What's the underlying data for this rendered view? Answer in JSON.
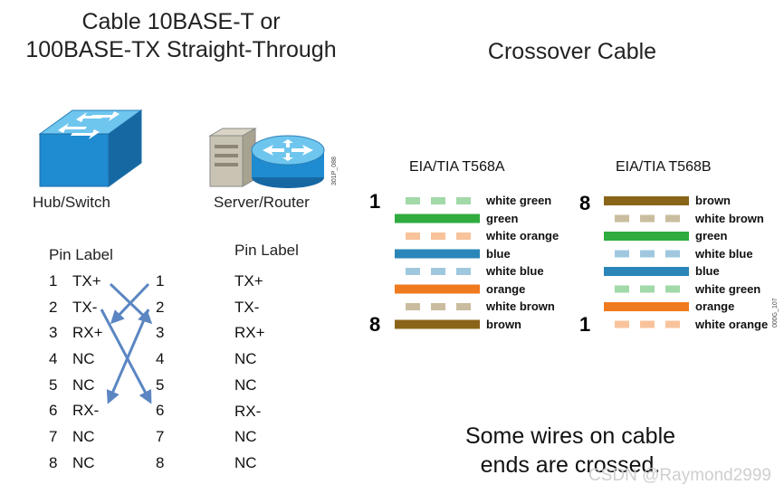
{
  "left_title": [
    "Cable 10BASE-T or",
    "100BASE-TX Straight-Through"
  ],
  "right_title": "Crossover Cable",
  "devices": {
    "hub": "Hub/Switch",
    "server": "Server/Router",
    "tag": "301P_088"
  },
  "pin_label_left": "Pin Label",
  "pin_label_right": "Pin Label",
  "left_pins": [
    {
      "n": "1",
      "label": "TX+",
      "end": "1"
    },
    {
      "n": "2",
      "label": "TX-",
      "end": "2"
    },
    {
      "n": "3",
      "label": "RX+",
      "end": "3"
    },
    {
      "n": "4",
      "label": "NC",
      "end": "4"
    },
    {
      "n": "5",
      "label": "NC",
      "end": "5"
    },
    {
      "n": "6",
      "label": "RX-",
      "end": "6"
    },
    {
      "n": "7",
      "label": "NC",
      "end": "7"
    },
    {
      "n": "8",
      "label": "NC",
      "end": "8"
    }
  ],
  "right_labels": [
    "TX+",
    "TX-",
    "RX+",
    "NC",
    "NC",
    "RX-",
    "NC",
    "NC"
  ],
  "t568a": {
    "title": "EIA/TIA T568A",
    "first": "1",
    "last": "8",
    "wires": [
      {
        "label": "white green",
        "color": "#2fab3f",
        "striped": true
      },
      {
        "label": "green",
        "color": "#2fab3f",
        "striped": false
      },
      {
        "label": "white orange",
        "color": "#f07a1e",
        "striped": true
      },
      {
        "label": "blue",
        "color": "#2a86b8",
        "striped": false
      },
      {
        "label": "white blue",
        "color": "#2a86b8",
        "striped": true
      },
      {
        "label": "orange",
        "color": "#f07a1e",
        "striped": false
      },
      {
        "label": "white brown",
        "color": "#8a6a2a",
        "striped": true
      },
      {
        "label": "brown",
        "color": "#8a6419",
        "striped": false
      }
    ]
  },
  "t568b": {
    "title": "EIA/TIA T568B",
    "first": "8",
    "last": "1",
    "wires": [
      {
        "label": "brown",
        "color": "#8a6419",
        "striped": false
      },
      {
        "label": "white brown",
        "color": "#8a6a2a",
        "striped": true
      },
      {
        "label": "green",
        "color": "#2fab3f",
        "striped": false
      },
      {
        "label": "white blue",
        "color": "#2a86b8",
        "striped": true
      },
      {
        "label": "blue",
        "color": "#2a86b8",
        "striped": false
      },
      {
        "label": "white green",
        "color": "#2fab3f",
        "striped": true
      },
      {
        "label": "orange",
        "color": "#f07a1e",
        "striped": false
      },
      {
        "label": "white orange",
        "color": "#f07a1e",
        "striped": true
      }
    ]
  },
  "side_tag": "000G_107",
  "footer": [
    "Some wires on cable",
    "ends are crossed."
  ],
  "watermark": "CSDN @Raymond2999",
  "colors": {
    "arrow": "#5b86c2",
    "hub": "#2a8fd0",
    "router": "#2a8fd0"
  }
}
